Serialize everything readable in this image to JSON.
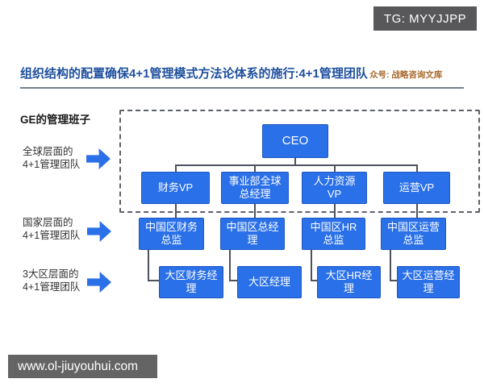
{
  "badge": {
    "text": "TG: MYYJJPP"
  },
  "header": {
    "title": "组织结构的配置确保4+1管理模式方法论体系的施行:4+1管理团队",
    "source_label": "众号: 战略咨询文库"
  },
  "side": {
    "heading": "GE的管理班子",
    "levels": [
      {
        "label": "全球层面的\n4+1管理团队"
      },
      {
        "label": "国家层面的\n4+1管理团队"
      },
      {
        "label": "3大区层面的\n4+1管理团队"
      }
    ]
  },
  "org_chart": {
    "root": "CEO",
    "level2": [
      "财务VP",
      "事业部全球\n总经理",
      "人力资源\nVP",
      "运营VP"
    ],
    "level3": [
      "中国区财务\n总监",
      "中国区总经\n理",
      "中国区HR\n总监",
      "中国区运营\n总监"
    ],
    "level4": [
      "大区财务经\n理",
      "大区经理",
      "大区HR经\n理",
      "大区运营经\n理"
    ]
  },
  "watermark": {
    "text": "www.ol-jiuyouhui.com"
  },
  "colors": {
    "node_blue": "#2a70e8",
    "title_blue": "#1d4f9d",
    "accent_orange": "#a8682a",
    "connector_gray": "#4d525c",
    "badge_gray": "#58585a",
    "watermark_gray": "#646464"
  }
}
